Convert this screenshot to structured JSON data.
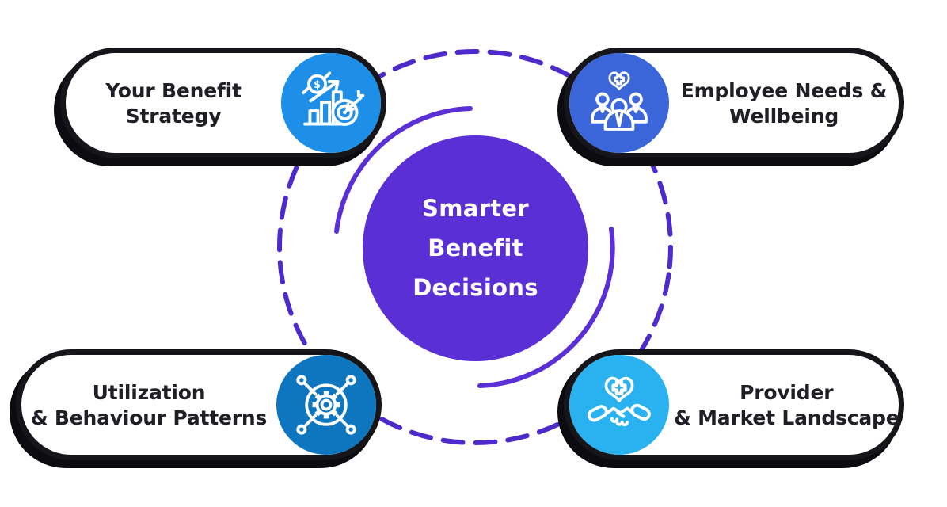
{
  "center": {
    "line1": "Smarter",
    "line2": "Benefit",
    "line3": "Decisions"
  },
  "cards": {
    "benefit_strategy": {
      "line1": "Your Benefit",
      "line2": "Strategy",
      "circle_color": "#1d8fe8",
      "icon": "growth-target-icon"
    },
    "employee_needs": {
      "line1": "Employee Needs &",
      "line2": "Wellbeing",
      "circle_color": "#3a66d9",
      "icon": "team-health-icon"
    },
    "utilization": {
      "line1": "Utilization",
      "line2": "& Behaviour Patterns",
      "circle_color": "#0e76be",
      "icon": "gear-network-icon"
    },
    "provider": {
      "line1": "Provider",
      "line2": "& Market Landscape",
      "circle_color": "#29b2ef",
      "icon": "heart-handshake-icon"
    }
  },
  "colors": {
    "background": "#ffffff",
    "center_circle": "#5b2fd6",
    "dashed_ring": "#4f2acb",
    "solid_arc": "#5b2fd6",
    "card_border": "#15151a",
    "card_shadow": "#0c0c10",
    "card_text": "#1f1f26",
    "icon_stroke": "#ffffff"
  }
}
